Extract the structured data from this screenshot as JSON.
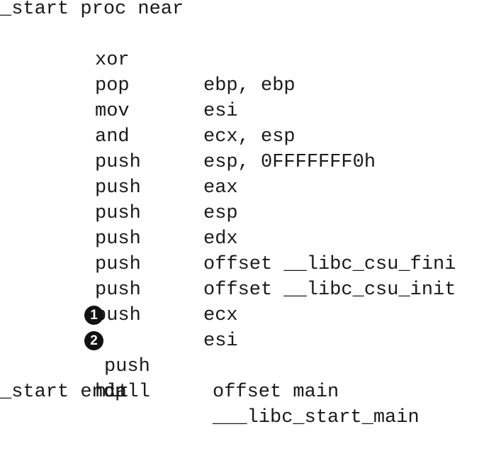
{
  "listing": {
    "proc_header": "_start proc near",
    "proc_footer": "_start endp",
    "instructions": [
      {
        "mnemonic": "xor",
        "operands": "ebp, ebp"
      },
      {
        "mnemonic": "pop",
        "operands": "esi"
      },
      {
        "mnemonic": "mov",
        "operands": "ecx, esp"
      },
      {
        "mnemonic": "and",
        "operands": "esp, 0FFFFFFF0h"
      },
      {
        "mnemonic": "push",
        "operands": "eax"
      },
      {
        "mnemonic": "push",
        "operands": "esp"
      },
      {
        "mnemonic": "push",
        "operands": "edx"
      },
      {
        "mnemonic": "push",
        "operands": "offset __libc_csu_fini"
      },
      {
        "mnemonic": "push",
        "operands": "offset __libc_csu_init"
      },
      {
        "mnemonic": "push",
        "operands": "ecx"
      },
      {
        "mnemonic": "push",
        "operands": "esi"
      },
      {
        "mnemonic": "push",
        "operands": "offset main",
        "callout": "1"
      },
      {
        "mnemonic": "call",
        "operands": "___libc_start_main",
        "callout": "2"
      },
      {
        "mnemonic": "hlt",
        "operands": ""
      }
    ]
  }
}
